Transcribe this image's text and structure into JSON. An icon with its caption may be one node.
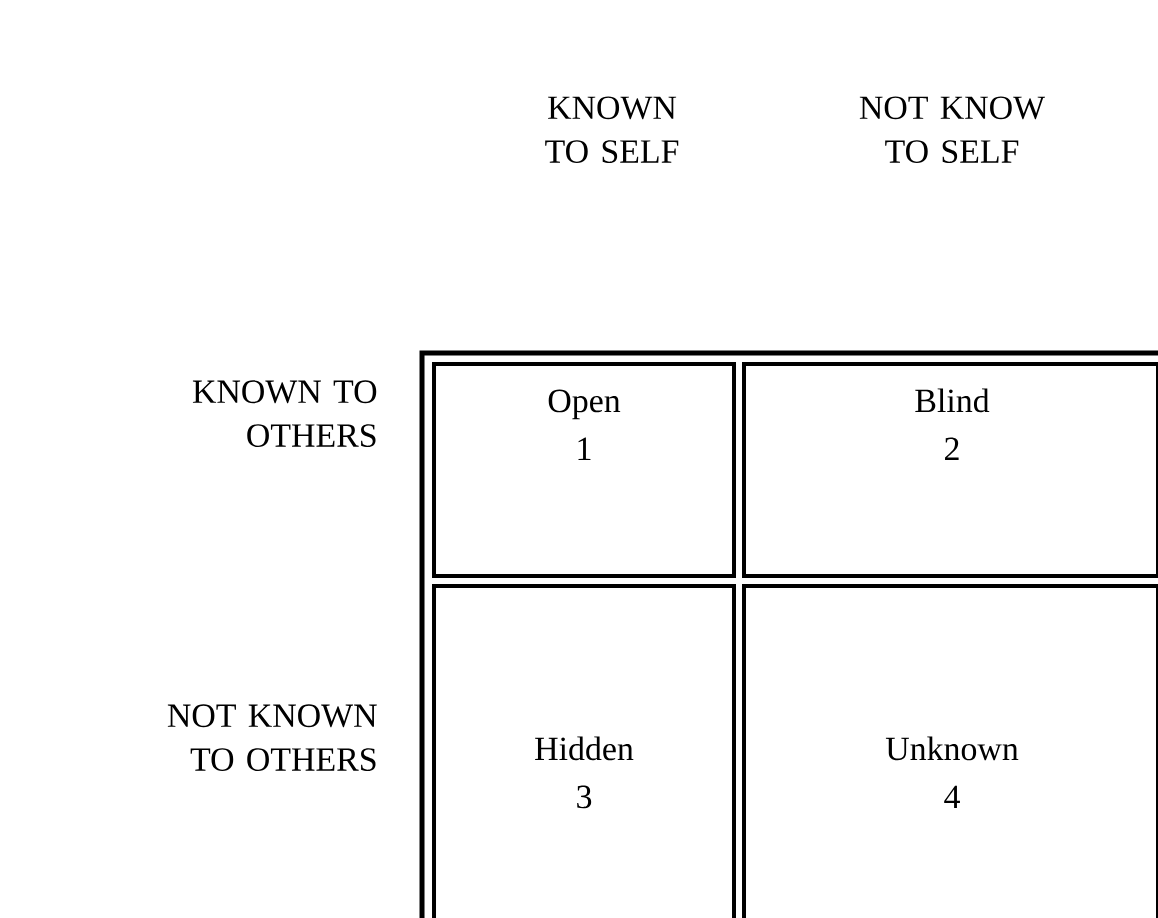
{
  "diagram": {
    "nodes": [
      {
        "text": [
          "Open",
          "1"
        ]
      },
      {
        "text": [
          "Blind",
          "2"
        ]
      },
      {
        "text": [
          "Hidden",
          "3"
        ]
      },
      {
        "text": [
          "Unknown",
          "4"
        ]
      }
    ],
    "labels": [
      "KNOWN TO SELF",
      "NOT KNOW TO SELF",
      "KNOWN TO OTHERS",
      "NOT KNOWN TO OTHERS"
    ]
  }
}
